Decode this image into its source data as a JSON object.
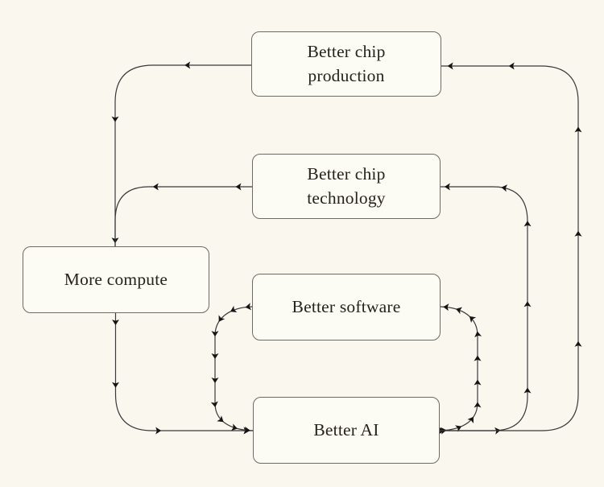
{
  "diagram": {
    "title": "AI compute feedback loop diagram",
    "colors": {
      "background": "#f9f7ee",
      "box_fill": "#fcfbf4",
      "box_border": "#6e6b62",
      "line": "#3a3a3a",
      "arrow": "#141414",
      "text": "#26231e"
    },
    "nodes": [
      {
        "id": "better-chip-production",
        "label": "Better chip\nproduction"
      },
      {
        "id": "better-chip-technology",
        "label": "Better chip\ntechnology"
      },
      {
        "id": "more-compute",
        "label": "More compute"
      },
      {
        "id": "better-software",
        "label": "Better software"
      },
      {
        "id": "better-ai",
        "label": "Better AI"
      }
    ],
    "edges": [
      {
        "from": "better-chip-production",
        "to": "more-compute"
      },
      {
        "from": "better-chip-technology",
        "to": "more-compute"
      },
      {
        "from": "more-compute",
        "to": "better-ai"
      },
      {
        "from": "better-software",
        "to": "better-ai"
      },
      {
        "from": "better-ai",
        "to": "better-software"
      },
      {
        "from": "better-ai",
        "to": "better-chip-technology"
      },
      {
        "from": "better-ai",
        "to": "better-chip-production"
      }
    ]
  }
}
